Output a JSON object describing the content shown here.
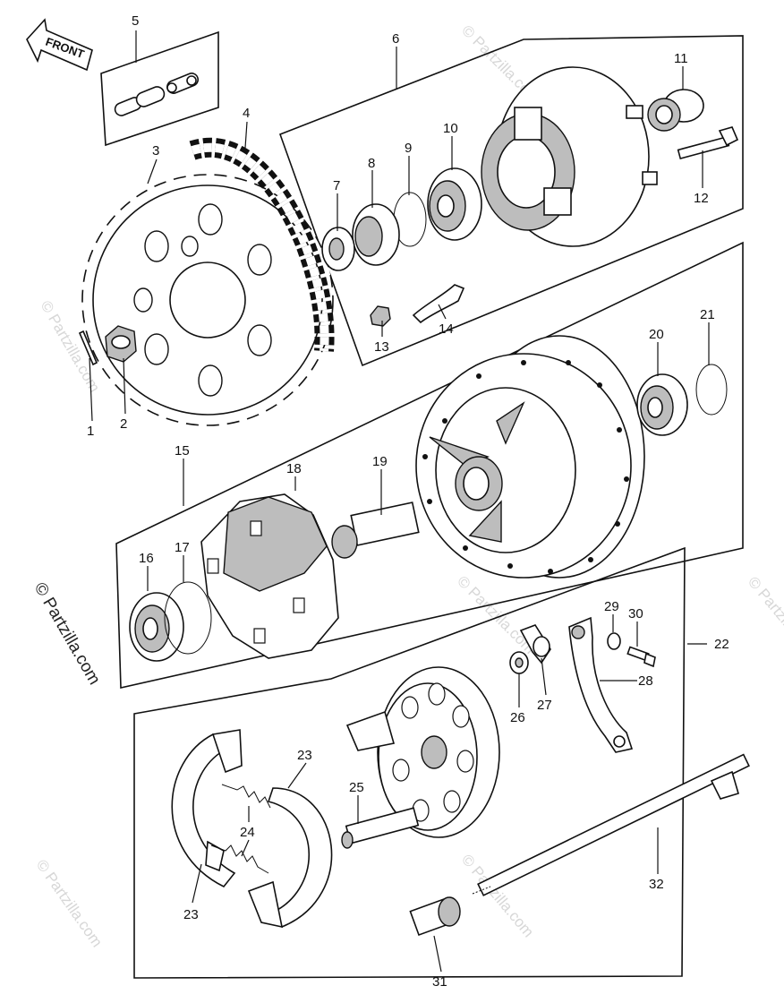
{
  "front_arrow": {
    "label": "FRONT"
  },
  "watermark": {
    "text": "© Partzilla.com"
  },
  "callouts": [
    {
      "id": "c1",
      "text": "1"
    },
    {
      "id": "c2",
      "text": "2"
    },
    {
      "id": "c3",
      "text": "3"
    },
    {
      "id": "c4",
      "text": "4"
    },
    {
      "id": "c5",
      "text": "5"
    },
    {
      "id": "c6",
      "text": "6"
    },
    {
      "id": "c7",
      "text": "7"
    },
    {
      "id": "c8",
      "text": "8"
    },
    {
      "id": "c9",
      "text": "9"
    },
    {
      "id": "c10",
      "text": "10"
    },
    {
      "id": "c11",
      "text": "11"
    },
    {
      "id": "c12",
      "text": "12"
    },
    {
      "id": "c13",
      "text": "13"
    },
    {
      "id": "c14",
      "text": "14"
    },
    {
      "id": "c15",
      "text": "15"
    },
    {
      "id": "c16",
      "text": "16"
    },
    {
      "id": "c17",
      "text": "17"
    },
    {
      "id": "c18",
      "text": "18"
    },
    {
      "id": "c19",
      "text": "19"
    },
    {
      "id": "c20",
      "text": "20"
    },
    {
      "id": "c21",
      "text": "21"
    },
    {
      "id": "c22",
      "text": "22"
    },
    {
      "id": "c23a",
      "text": "23"
    },
    {
      "id": "c23b",
      "text": "23"
    },
    {
      "id": "c24",
      "text": "24"
    },
    {
      "id": "c25",
      "text": "25"
    },
    {
      "id": "c26",
      "text": "26"
    },
    {
      "id": "c27",
      "text": "27"
    },
    {
      "id": "c28",
      "text": "28"
    },
    {
      "id": "c29",
      "text": "29"
    },
    {
      "id": "c30",
      "text": "30"
    },
    {
      "id": "c31",
      "text": "31"
    },
    {
      "id": "c32",
      "text": "32"
    }
  ]
}
